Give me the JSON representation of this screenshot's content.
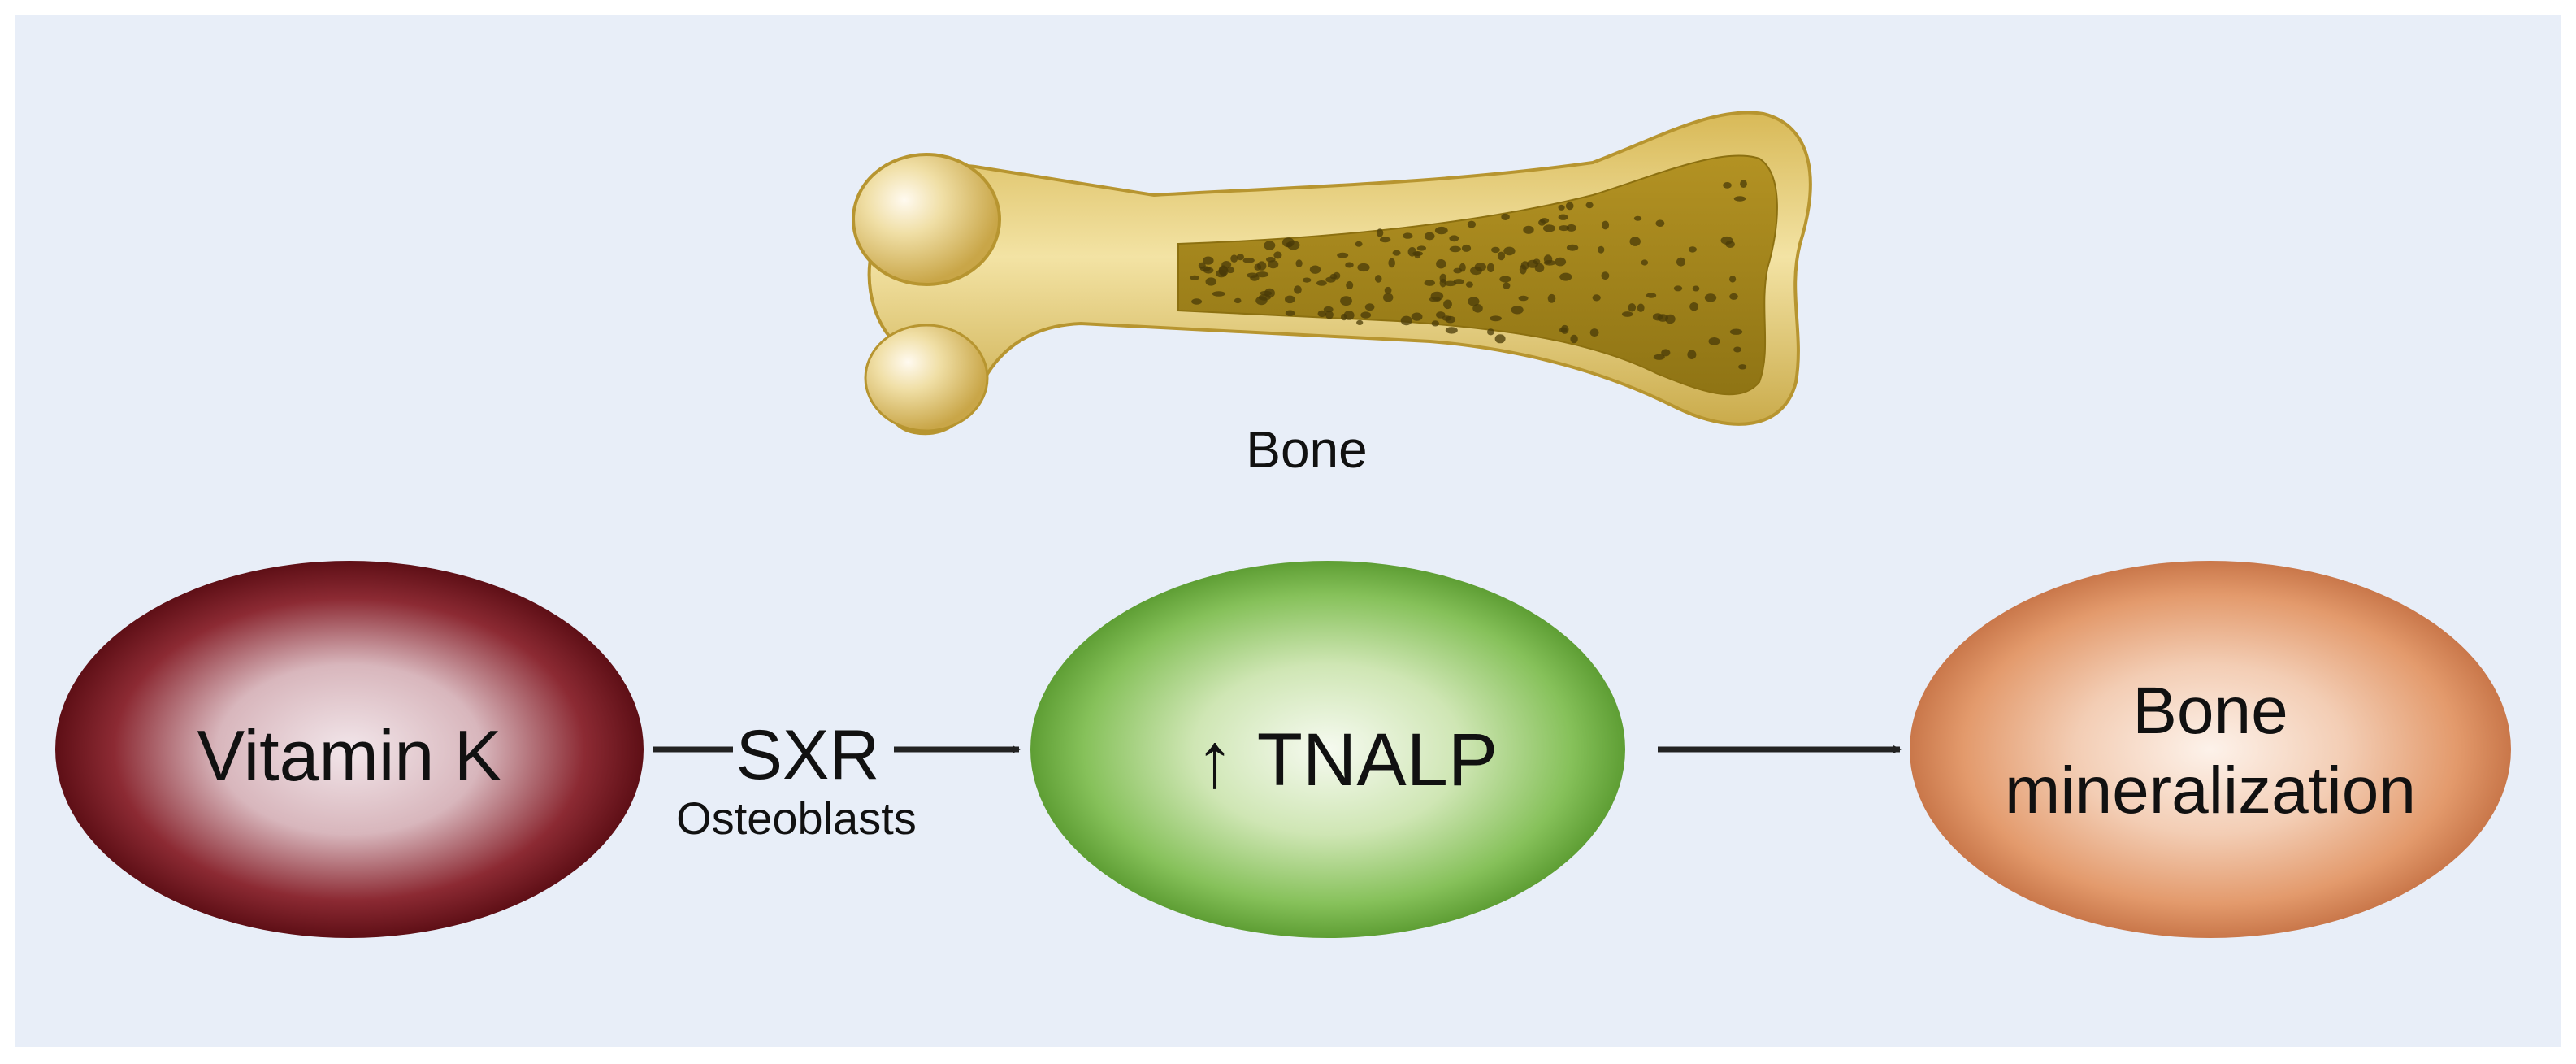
{
  "labels": {
    "bone": "Bone",
    "vitamin_k": "Vitamin K",
    "sxr": "SXR",
    "osteoblasts": "Osteoblasts",
    "tnalp_arrow": "↑",
    "tnalp": "TNALP",
    "bone_mineralization_line1": "Bone",
    "bone_mineralization_line2": "mineralization"
  },
  "colors": {
    "background": "#e8eef8",
    "vitamin_k_fill": "#6b1218",
    "tnalp_fill": "#6aae3c",
    "mineralization_fill": "#d98a5e",
    "bone_fill": "#e3c76a",
    "marrow_fill": "#a68a1c",
    "arrow": "#222222"
  },
  "icons": {
    "bone": "bone-illustration-icon"
  }
}
